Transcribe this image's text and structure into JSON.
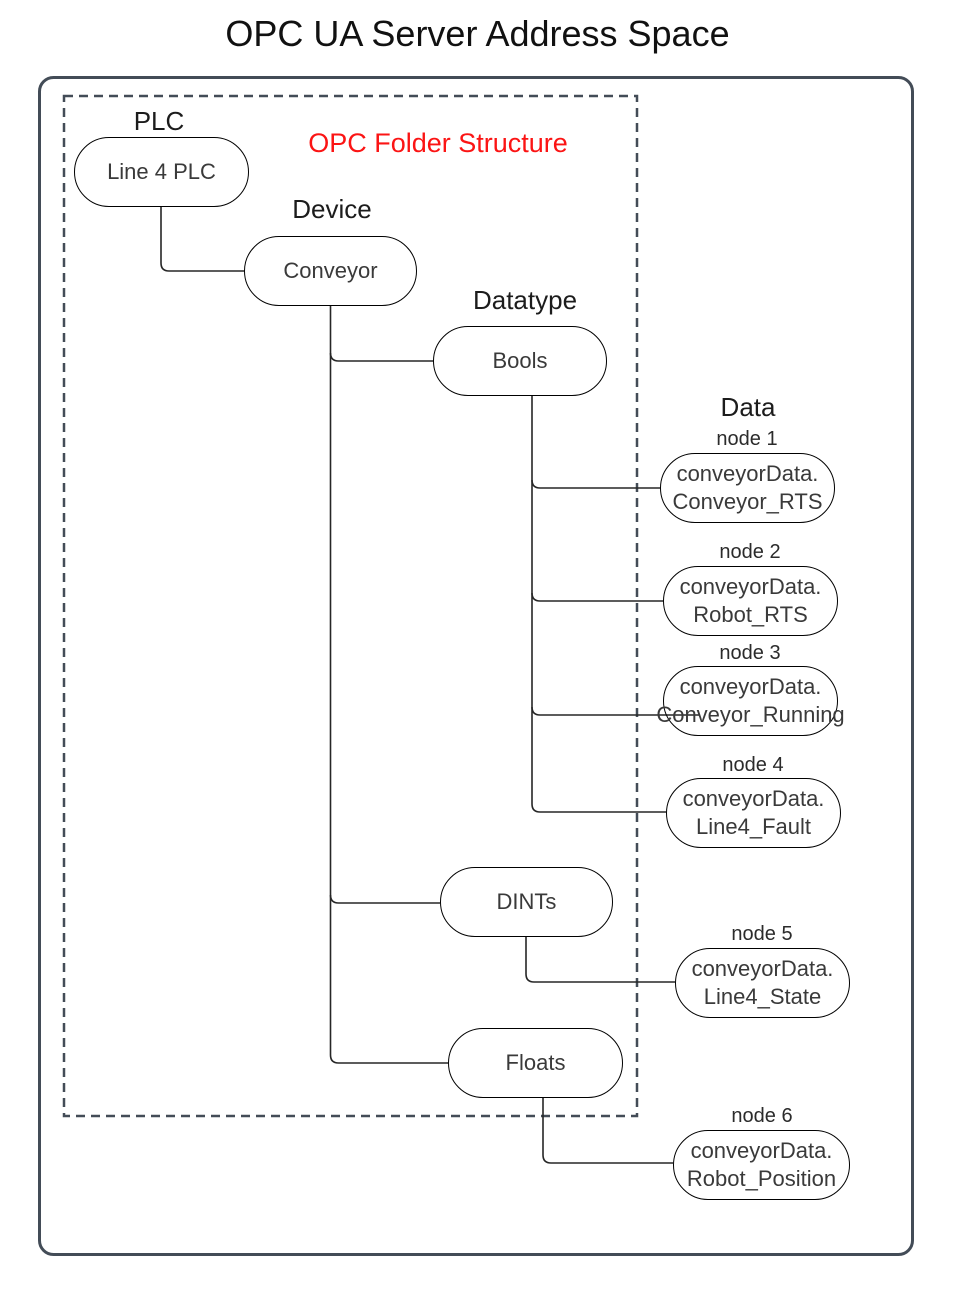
{
  "title": "OPC UA Server Address Space",
  "colors": {
    "accent_red": "#fb1414",
    "frame": "#434c57",
    "line": "#262626"
  },
  "diagram": {
    "folder_structure_label": "OPC Folder Structure",
    "level_labels": {
      "plc": "PLC",
      "device": "Device",
      "datatype": "Datatype",
      "data": "Data"
    },
    "folders": {
      "plc_node": "Line 4 PLC",
      "device_node": "Conveyor",
      "bools_node": "Bools",
      "dints_node": "DINTs",
      "floats_node": "Floats"
    },
    "data_nodes": [
      {
        "label": "node 1",
        "line1": "conveyorData.",
        "line2": "Conveyor_RTS"
      },
      {
        "label": "node 2",
        "line1": "conveyorData.",
        "line2": "Robot_RTS"
      },
      {
        "label": "node 3",
        "line1": "conveyorData.",
        "line2": "Conveyor_Running"
      },
      {
        "label": "node 4",
        "line1": "conveyorData.",
        "line2": "Line4_Fault"
      },
      {
        "label": "node 5",
        "line1": "conveyorData.",
        "line2": "Line4_State"
      },
      {
        "label": "node 6",
        "line1": "conveyorData.",
        "line2": "Robot_Position"
      }
    ]
  }
}
